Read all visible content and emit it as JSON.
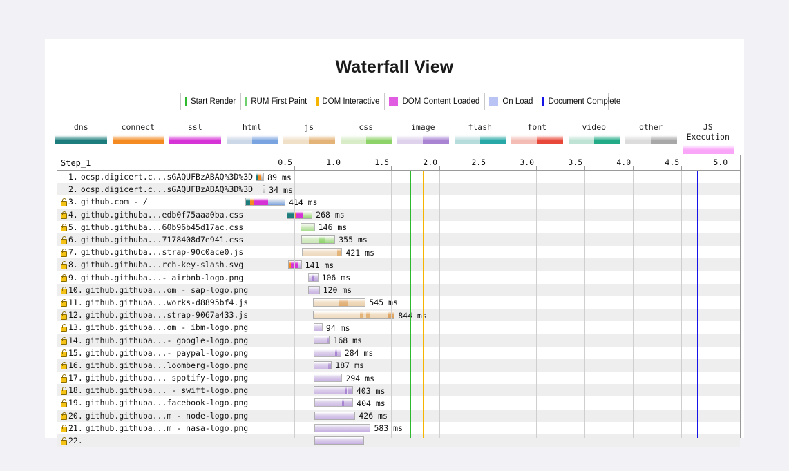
{
  "page": {
    "title": "Waterfall View",
    "background": "#f2f2f6",
    "card_background": "#ffffff"
  },
  "event_legend": [
    {
      "label": "Start Render",
      "icon": "vertical-line",
      "color": "#2db82d"
    },
    {
      "label": "RUM First Paint",
      "icon": "vertical-line",
      "color": "#6fcf6f"
    },
    {
      "label": "DOM Interactive",
      "icon": "vertical-line",
      "color": "#f5b400"
    },
    {
      "label": "DOM Content Loaded",
      "icon": "square",
      "color": "#e05ce0"
    },
    {
      "label": "On Load",
      "icon": "square",
      "color": "#b9c4f5"
    },
    {
      "label": "Document Complete",
      "icon": "vertical-line",
      "color": "#1414e6"
    }
  ],
  "mime_legend": [
    {
      "label": "dns",
      "colors": [
        "#1d7d7d",
        "#1d7d7d"
      ]
    },
    {
      "label": "connect",
      "colors": [
        "#f38b22",
        "#f38b22"
      ]
    },
    {
      "label": "ssl",
      "colors": [
        "#d633d6",
        "#d633d6"
      ]
    },
    {
      "label": "html",
      "colors": [
        "#ccd7e8",
        "#7aa4e0"
      ]
    },
    {
      "label": "js",
      "colors": [
        "#f1e0c8",
        "#e3b377"
      ]
    },
    {
      "label": "css",
      "colors": [
        "#d8ecc8",
        "#8ed36a"
      ]
    },
    {
      "label": "image",
      "colors": [
        "#ded2ec",
        "#a884d3"
      ]
    },
    {
      "label": "flash",
      "colors": [
        "#b7dcdc",
        "#29a8a8"
      ]
    },
    {
      "label": "font",
      "colors": [
        "#f3bcb4",
        "#e8483a"
      ]
    },
    {
      "label": "video",
      "colors": [
        "#bfe3d4",
        "#22ab86"
      ]
    },
    {
      "label": "other",
      "colors": [
        "#dcdcdc",
        "#a8a8a8"
      ]
    },
    {
      "label": "JS Execution",
      "colors": [
        "#f9a6f9",
        "#f9a6f9"
      ]
    }
  ],
  "waterfall": {
    "step_label": "Step_1",
    "axis": {
      "unit": "s",
      "ticks": [
        "0.5",
        "1.0",
        "1.5",
        "2.0",
        "2.5",
        "3.0",
        "3.5",
        "4.0",
        "4.5",
        "5.0"
      ],
      "tick_values": [
        0.5,
        1.0,
        1.5,
        2.0,
        2.5,
        3.0,
        3.5,
        4.0,
        4.5,
        5.0
      ],
      "min": 0.0,
      "max": 5.12
    },
    "markers": [
      {
        "name": "start-render",
        "time": 1.69,
        "color": "#2db82d"
      },
      {
        "name": "dom-interactive",
        "time": 1.83,
        "color": "#f5b400"
      },
      {
        "name": "document-complete",
        "time": 4.66,
        "color": "#1414e6"
      }
    ],
    "rows": [
      {
        "num": "1.",
        "secure": false,
        "name": "ocsp.digicert.c...sGAQUFBzABAQ%3D%3D",
        "ms": "89 ms",
        "start": 0.105,
        "end": 0.194,
        "segments": [
          {
            "type": "dns",
            "frac": 0.34,
            "c1": "#1d7d7d",
            "c2": "#1d7d7d"
          },
          {
            "type": "connect",
            "frac": 0.33,
            "c1": "#f38b22",
            "c2": "#f38b22"
          },
          {
            "type": "other",
            "frac": 0.33,
            "c1": "#dcdcdc",
            "c2": "#a8a8a8"
          }
        ]
      },
      {
        "num": "2.",
        "secure": false,
        "name": "ocsp.digicert.c...sGAQUFBzABAQ%3D%3D",
        "ms": "34 ms",
        "start": 0.175,
        "end": 0.209,
        "segments": [
          {
            "type": "other",
            "frac": 1,
            "c1": "#e2e2e2",
            "c2": "#bcbcbc"
          }
        ]
      },
      {
        "num": "3.",
        "secure": true,
        "name": "github.com - /",
        "ms": "414 ms",
        "start": 0.0,
        "end": 0.414,
        "segments": [
          {
            "type": "dns",
            "frac": 0.1,
            "c1": "#1d7d7d",
            "c2": "#1d7d7d"
          },
          {
            "type": "connect",
            "frac": 0.11,
            "c1": "#f38b22",
            "c2": "#f38b22"
          },
          {
            "type": "ssl",
            "frac": 0.36,
            "c1": "#d633d6",
            "c2": "#d633d6"
          },
          {
            "type": "html",
            "frac": 0.43,
            "c1": "#ccd7e8",
            "c2": "#7aa4e0"
          }
        ]
      },
      {
        "num": "4.",
        "secure": true,
        "name": "github.githuba...edb0f75aaa0ba.css",
        "ms": "268 ms",
        "start": 0.426,
        "end": 0.694,
        "segments": [
          {
            "type": "dns",
            "frac": 0.3,
            "c1": "#1d7d7d",
            "c2": "#1d7d7d"
          },
          {
            "type": "connect",
            "frac": 0.07,
            "c1": "#f38b22",
            "c2": "#f38b22"
          },
          {
            "type": "ssl",
            "frac": 0.3,
            "c1": "#d633d6",
            "c2": "#d633d6"
          },
          {
            "type": "css",
            "frac": 0.33,
            "c1": "#d8ecc8",
            "c2": "#8ed36a"
          }
        ]
      },
      {
        "num": "5.",
        "secure": true,
        "name": "github.githuba...60b96b45d17ac.css",
        "ms": "146 ms",
        "start": 0.573,
        "end": 0.719,
        "segments": [
          {
            "type": "css",
            "frac": 1,
            "c1": "#d8ecc8",
            "c2": "#a8dd90"
          }
        ]
      },
      {
        "num": "6.",
        "secure": true,
        "name": "github.githuba...7178408d7e941.css",
        "ms": "355 ms",
        "start": 0.575,
        "end": 0.93,
        "segments": [
          {
            "type": "css",
            "frac": 0.52,
            "c1": "#d8ecc8",
            "c2": "#cbe8b8"
          },
          {
            "type": "css",
            "frac": 0.2,
            "c1": "#a5dc8b",
            "c2": "#8ed36a"
          },
          {
            "type": "css",
            "frac": 0.28,
            "c1": "#cfe9bd",
            "c2": "#9ed986"
          }
        ]
      },
      {
        "num": "7.",
        "secure": true,
        "name": "github.githuba...strap-90c0ace0.js",
        "ms": "421 ms",
        "start": 0.582,
        "end": 1.003,
        "segments": [
          {
            "type": "js",
            "frac": 0.88,
            "c1": "#f3e4cf",
            "c2": "#edd9bd"
          },
          {
            "type": "js",
            "frac": 0.12,
            "c1": "#e7b87d",
            "c2": "#e3b377"
          }
        ]
      },
      {
        "num": "8.",
        "secure": true,
        "name": "github.githuba...rch-key-slash.svg",
        "ms": "141 ms",
        "start": 0.442,
        "end": 0.583,
        "segments": [
          {
            "type": "connect",
            "frac": 0.2,
            "c1": "#f38b22",
            "c2": "#f38b22"
          },
          {
            "type": "ssl",
            "frac": 0.55,
            "c1": "#d633d6",
            "c2": "#d633d6"
          },
          {
            "type": "image",
            "frac": 0.25,
            "c1": "#ded2ec",
            "c2": "#bba3da"
          }
        ]
      },
      {
        "num": "9.",
        "secure": true,
        "name": "github.githuba...- airbnb-logo.png",
        "ms": "106 ms",
        "start": 0.648,
        "end": 0.754,
        "segments": [
          {
            "type": "image",
            "frac": 0.38,
            "c1": "#ded2ec",
            "c2": "#c3aee0"
          },
          {
            "type": "image",
            "frac": 0.24,
            "c1": "#a884d3",
            "c2": "#a884d3"
          },
          {
            "type": "image",
            "frac": 0.38,
            "c1": "#d5c6e8",
            "c2": "#bda6d9"
          }
        ]
      },
      {
        "num": "10.",
        "secure": true,
        "name": "github.githuba...om - sap-logo.png",
        "ms": "120 ms",
        "start": 0.649,
        "end": 0.769,
        "segments": [
          {
            "type": "image",
            "frac": 1,
            "c1": "#ded2ec",
            "c2": "#c8b3e2"
          }
        ]
      },
      {
        "num": "11.",
        "secure": true,
        "name": "github.githuba...works-d8895bf4.js",
        "ms": "545 ms",
        "start": 0.7,
        "end": 1.245,
        "segments": [
          {
            "type": "js",
            "frac": 0.48,
            "c1": "#f3e4cf",
            "c2": "#ecd7ba"
          },
          {
            "type": "js",
            "frac": 0.18,
            "c1": "#e6b987",
            "c2": "#e0ab6e"
          },
          {
            "type": "js",
            "frac": 0.34,
            "c1": "#f0dcc0",
            "c2": "#e9d0ad"
          }
        ]
      },
      {
        "num": "12.",
        "secure": true,
        "name": "github.githuba...strap-9067a433.js",
        "ms": "844 ms",
        "start": 0.7,
        "end": 1.544,
        "segments": [
          {
            "type": "js",
            "frac": 0.58,
            "c1": "#f3e4cf",
            "c2": "#eed9be"
          },
          {
            "type": "js",
            "frac": 0.04,
            "c1": "#e3b377",
            "c2": "#e3b377"
          },
          {
            "type": "js",
            "frac": 0.03,
            "c1": "#f0dcc0",
            "c2": "#f0dcc0"
          },
          {
            "type": "js",
            "frac": 0.06,
            "c1": "#e3b377",
            "c2": "#e3b377"
          },
          {
            "type": "js",
            "frac": 0.21,
            "c1": "#f1dfc5",
            "c2": "#ecd6b9"
          },
          {
            "type": "js",
            "frac": 0.08,
            "c1": "#e0aa6c",
            "c2": "#dca05c"
          }
        ]
      },
      {
        "num": "13.",
        "secure": true,
        "name": "github.githuba...om - ibm-logo.png",
        "ms": "94 ms",
        "start": 0.705,
        "end": 0.799,
        "segments": [
          {
            "type": "image",
            "frac": 1,
            "c1": "#ded2ec",
            "c2": "#c8b3e2"
          }
        ]
      },
      {
        "num": "14.",
        "secure": true,
        "name": "github.githuba...- google-logo.png",
        "ms": "168 ms",
        "start": 0.706,
        "end": 0.874,
        "segments": [
          {
            "type": "image",
            "frac": 0.85,
            "c1": "#ded2ec",
            "c2": "#cdb9e4"
          },
          {
            "type": "image",
            "frac": 0.15,
            "c1": "#bda6d9",
            "c2": "#b398d4"
          }
        ]
      },
      {
        "num": "15.",
        "secure": true,
        "name": "github.githuba...- paypal-logo.png",
        "ms": "284 ms",
        "start": 0.707,
        "end": 0.991,
        "segments": [
          {
            "type": "image",
            "frac": 0.8,
            "c1": "#ded2ec",
            "c2": "#cdb9e4"
          },
          {
            "type": "image",
            "frac": 0.07,
            "c1": "#a884d3",
            "c2": "#a884d3"
          },
          {
            "type": "image",
            "frac": 0.13,
            "c1": "#d2c2e6",
            "c2": "#c0a9dc"
          }
        ]
      },
      {
        "num": "16.",
        "secure": true,
        "name": "github.githuba...loomberg-logo.png",
        "ms": "187 ms",
        "start": 0.708,
        "end": 0.895,
        "segments": [
          {
            "type": "image",
            "frac": 0.84,
            "c1": "#ded2ec",
            "c2": "#cdb9e4"
          },
          {
            "type": "image",
            "frac": 0.16,
            "c1": "#b99fd7",
            "c2": "#ae92d1"
          }
        ]
      },
      {
        "num": "17.",
        "secure": true,
        "name": "github.githuba... spotify-logo.png",
        "ms": "294 ms",
        "start": 0.709,
        "end": 1.003,
        "segments": [
          {
            "type": "image",
            "frac": 1,
            "c1": "#ded2ec",
            "c2": "#c6b0e1"
          }
        ]
      },
      {
        "num": "18.",
        "secure": true,
        "name": "github.githuba... - swift-logo.png",
        "ms": "403 ms",
        "start": 0.71,
        "end": 1.113,
        "segments": [
          {
            "type": "image",
            "frac": 0.8,
            "c1": "#ded2ec",
            "c2": "#cdb9e4"
          },
          {
            "type": "image",
            "frac": 0.05,
            "c1": "#a884d3",
            "c2": "#a884d3"
          },
          {
            "type": "image",
            "frac": 0.05,
            "c1": "#e4dbf0",
            "c2": "#e4dbf0"
          },
          {
            "type": "image",
            "frac": 0.1,
            "c1": "#c2abdd",
            "c2": "#b79dd7"
          }
        ]
      },
      {
        "num": "19.",
        "secure": true,
        "name": "github.githuba...facebook-logo.png",
        "ms": "404 ms",
        "start": 0.711,
        "end": 1.115,
        "segments": [
          {
            "type": "image",
            "frac": 0.72,
            "c1": "#ded2ec",
            "c2": "#cdb9e4"
          },
          {
            "type": "image",
            "frac": 0.06,
            "c1": "#a884d3",
            "c2": "#a884d3"
          },
          {
            "type": "image",
            "frac": 0.22,
            "c1": "#d3c3e7",
            "c2": "#c0a9dc"
          }
        ]
      },
      {
        "num": "20.",
        "secure": true,
        "name": "github.githuba...m - node-logo.png",
        "ms": "426 ms",
        "start": 0.712,
        "end": 1.138,
        "segments": [
          {
            "type": "image",
            "frac": 1,
            "c1": "#ded2ec",
            "c2": "#c6b0e1"
          }
        ]
      },
      {
        "num": "21.",
        "secure": true,
        "name": "github.githuba...m - nasa-logo.png",
        "ms": "583 ms",
        "start": 0.713,
        "end": 1.296,
        "segments": [
          {
            "type": "image",
            "frac": 1,
            "c1": "#ded2ec",
            "c2": "#c6b0e1"
          }
        ]
      },
      {
        "num": "22.",
        "secure": true,
        "name": "",
        "ms": "",
        "start": 0.713,
        "end": 1.23,
        "clipped": true,
        "segments": [
          {
            "type": "image",
            "frac": 1,
            "c1": "#ded2ec",
            "c2": "#c6b0e1"
          }
        ]
      }
    ]
  }
}
